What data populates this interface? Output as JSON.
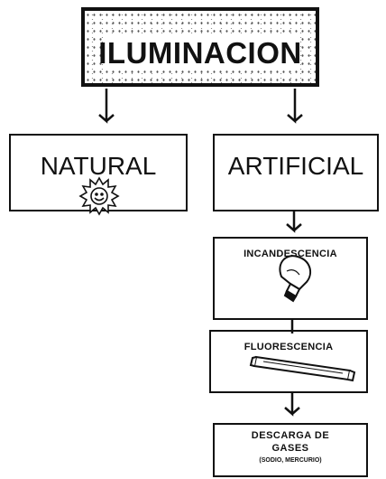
{
  "title": "ILUMINACION",
  "natural": {
    "label": "NATURAL",
    "icon": "sun-icon"
  },
  "artificial": {
    "label": "ARTIFICIAL"
  },
  "types": [
    {
      "label": "INCANDESCENCIA",
      "icon": "light-bulb-icon"
    },
    {
      "label": "FLUORESCENCIA",
      "icon": "fluorescent-tube-icon"
    },
    {
      "label_lines": [
        "DESCARGA DE",
        "GASES"
      ],
      "detail": "(SODIO, MERCURIO)"
    }
  ]
}
